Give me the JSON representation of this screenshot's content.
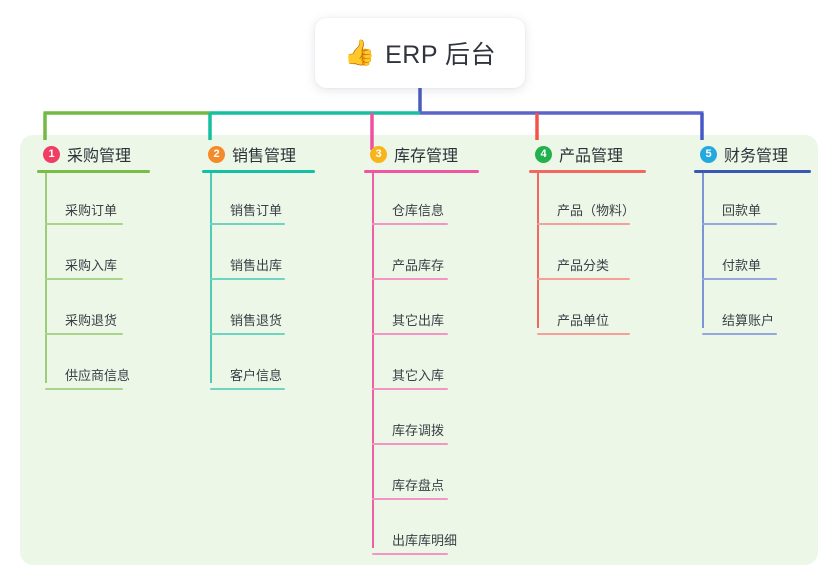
{
  "root": {
    "emoji": "👍",
    "emoji_name": "thumbs-up-emoji",
    "title": "ERP 后台"
  },
  "colors": {
    "panel_background": "#edf7e8",
    "page_background": "#ffffff",
    "root_card_background": "#ffffff",
    "root_stem": "#4a5bc0",
    "trunk_green": "#74b943",
    "trunk_teal": "#15bfa0",
    "trunk_blue": "#5b64cc",
    "text_primary": "#2d3138",
    "text_leaf": "#3b3f46"
  },
  "columns": [
    {
      "index": "1",
      "title": "采购管理",
      "badge_color": "#ef3d64",
      "rule_color": "#79bd48",
      "leaf_rule_color": "#a8d48b",
      "spine_color": "#9ccd7c",
      "connector_color": "#74b943",
      "items": [
        "采购订单",
        "采购入库",
        "采购退货",
        "供应商信息"
      ]
    },
    {
      "index": "2",
      "title": "销售管理",
      "badge_color": "#f58a28",
      "rule_color": "#14c0a3",
      "leaf_rule_color": "#6fd3c2",
      "spine_color": "#4fcbb6",
      "connector_color": "#15bfa0",
      "items": [
        "销售订单",
        "销售出库",
        "销售退货",
        "客户信息"
      ]
    },
    {
      "index": "3",
      "title": "库存管理",
      "badge_color": "#f9b41c",
      "rule_color": "#f055a3",
      "leaf_rule_color": "#f396c6",
      "spine_color": "#ef5fa8",
      "connector_color": "#ef4fa0",
      "items": [
        "仓库信息",
        "产品库存",
        "其它出库",
        "其它入库",
        "库存调拨",
        "库存盘点",
        "出库库明细"
      ]
    },
    {
      "index": "4",
      "title": "产品管理",
      "badge_color": "#22b14c",
      "rule_color": "#f2675f",
      "leaf_rule_color": "#f5a099",
      "spine_color": "#f2675f",
      "connector_color": "#f2544c",
      "items": [
        "产品（物料）",
        "产品分类",
        "产品单位"
      ]
    },
    {
      "index": "5",
      "title": "财务管理",
      "badge_color": "#23a8e0",
      "rule_color": "#3a57b5",
      "leaf_rule_color": "#94a7de",
      "spine_color": "#7d93d6",
      "connector_color": "#4657c6",
      "items": [
        "回款单",
        "付款单",
        "结算账户"
      ]
    }
  ]
}
